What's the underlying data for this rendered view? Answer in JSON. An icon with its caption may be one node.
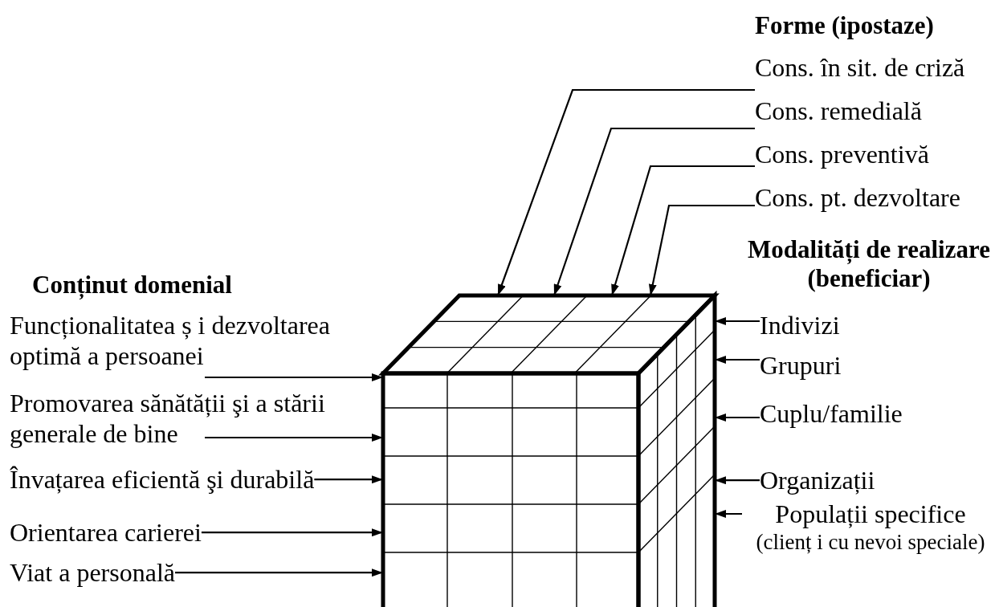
{
  "diagram": {
    "nodes": [
      {
        "text": [],
        "shape": "parallelogram"
      },
      {
        "text": [],
        "shape": "box"
      },
      {
        "text": [],
        "shape": "parallelogram"
      },
      {
        "text": [
          "Cons. în sit. de criză"
        ]
      },
      {
        "text": [
          "Cons. remedială"
        ]
      },
      {
        "text": [
          "Cons. preventivă"
        ]
      },
      {
        "text": [
          "Cons. pt. dezvoltare"
        ]
      },
      {
        "text": [
          "Funcționalitatea ș i dezvoltarea optimă a persoanei"
        ]
      },
      {
        "text": [
          "Promovarea sănătății şi a stării generale de bine"
        ]
      },
      {
        "text": [
          "Învațarea eficientă şi durabilă"
        ]
      },
      {
        "text": [
          "Orientarea carierei"
        ]
      },
      {
        "text": [
          "Viat a personală"
        ]
      },
      {
        "text": [
          "Indivizi"
        ]
      },
      {
        "text": [
          "Grupuri"
        ]
      },
      {
        "text": [
          "Cuplu/familie"
        ]
      },
      {
        "text": [
          "Organizații"
        ]
      },
      {
        "text": [
          "Populații specifice",
          "(clienț i cu nevoi speciale)"
        ]
      }
    ],
    "edges": [
      {
        "from": 3,
        "to": 0,
        "arrow": "to"
      },
      {
        "from": 4,
        "to": 0,
        "arrow": "to"
      },
      {
        "from": 5,
        "to": 0,
        "arrow": "to"
      },
      {
        "from": 6,
        "to": 0,
        "arrow": "to"
      },
      {
        "from": 7,
        "to": 1,
        "arrow": "to"
      },
      {
        "from": 8,
        "to": 1,
        "arrow": "to"
      },
      {
        "from": 9,
        "to": 1,
        "arrow": "to"
      },
      {
        "from": 10,
        "to": 1,
        "arrow": "to"
      },
      {
        "from": 11,
        "to": 1,
        "arrow": "to"
      },
      {
        "from": 12,
        "to": 2,
        "arrow": "to"
      },
      {
        "from": 13,
        "to": 2,
        "arrow": "to"
      },
      {
        "from": 14,
        "to": 2,
        "arrow": "to"
      },
      {
        "from": 15,
        "to": 2,
        "arrow": "to"
      },
      {
        "from": 16,
        "to": 2,
        "arrow": "to"
      }
    ],
    "labels": [
      "Forme (ipostaze)",
      "Conținut domenial",
      "Modalități de realizare (beneficiar)"
    ]
  }
}
